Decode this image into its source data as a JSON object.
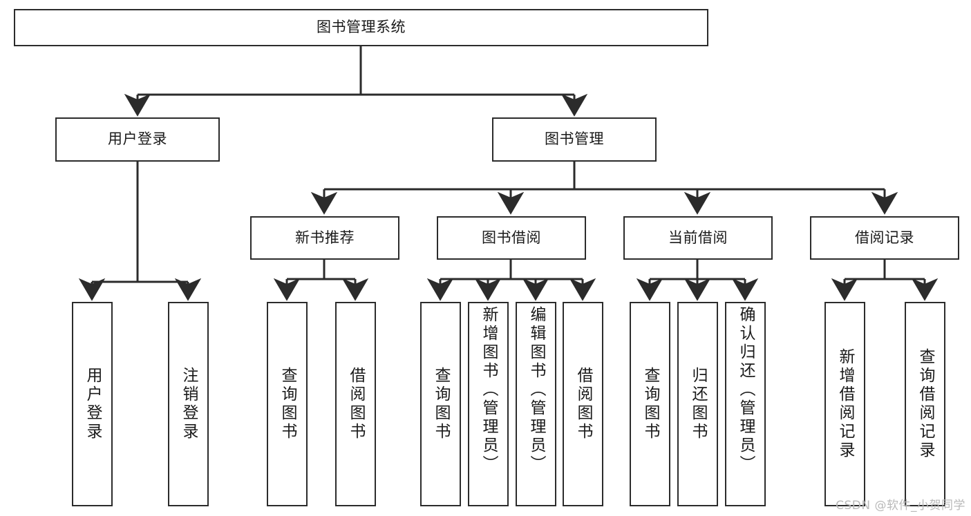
{
  "diagram": {
    "type": "tree-hierarchy",
    "title": "图书管理系统",
    "watermark": "CSDN @软件_小贺同学",
    "colors": {
      "box_border": "#2b2b2b",
      "box_fill": "#ffffff",
      "edge": "#2b2b2b",
      "text": "#1a1a1a",
      "watermark": "#b9b9b9"
    },
    "levels": {
      "root": {
        "label": "图书管理系统"
      },
      "level2": [
        {
          "label": "用户登录"
        },
        {
          "label": "图书管理"
        }
      ],
      "level3": [
        {
          "label": "新书推荐"
        },
        {
          "label": "图书借阅"
        },
        {
          "label": "当前借阅"
        },
        {
          "label": "借阅记录"
        }
      ],
      "leaves": {
        "user_login": [
          {
            "label": "用户登录"
          },
          {
            "label": "注销登录"
          }
        ],
        "new_book_recommend": [
          {
            "label": "查询图书"
          },
          {
            "label": "借阅图书"
          }
        ],
        "book_borrow": [
          {
            "label": "查询图书"
          },
          {
            "label": "新增图书（管理员）"
          },
          {
            "label": "编辑图书（管理员）"
          },
          {
            "label": "借阅图书"
          }
        ],
        "current_borrow": [
          {
            "label": "查询图书"
          },
          {
            "label": "归还图书"
          },
          {
            "label": "确认归还（管理员）"
          }
        ],
        "borrow_record": [
          {
            "label": "新增借阅记录"
          },
          {
            "label": "查询借阅记录"
          }
        ]
      }
    }
  }
}
